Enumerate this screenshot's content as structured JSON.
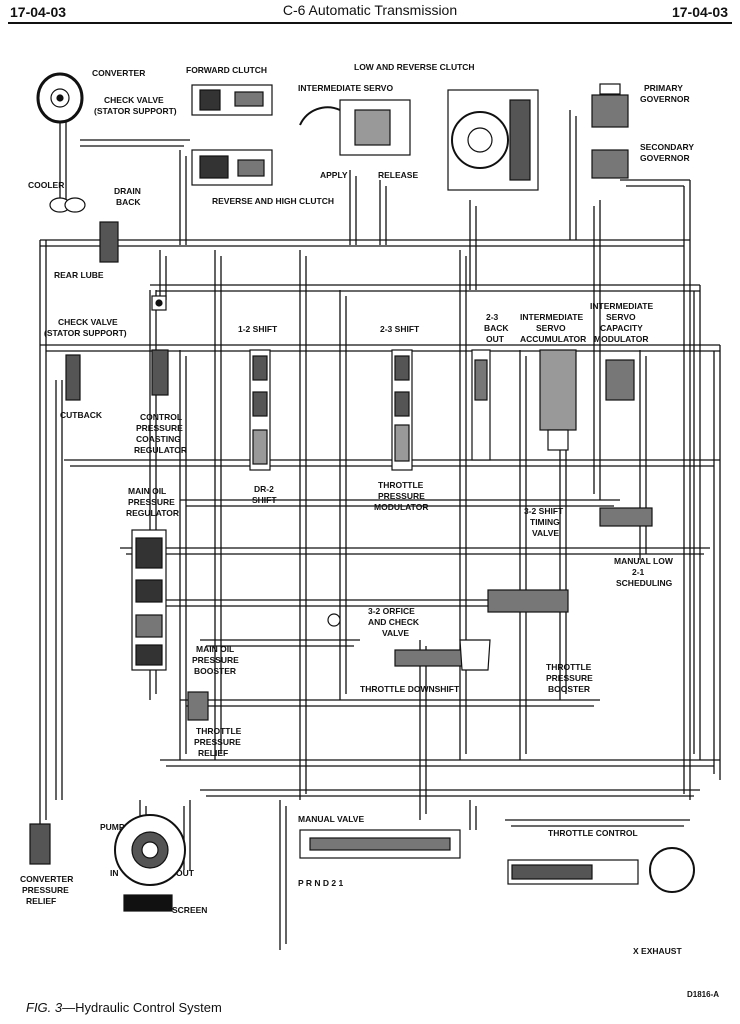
{
  "header": {
    "page_left": "17-04-03",
    "title": "C-6 Automatic Transmission",
    "page_right": "17-04-03"
  },
  "labels": {
    "converter": "CONVERTER",
    "check_valve_top": "CHECK VALVE",
    "stator_support_top": "(STATOR SUPPORT)",
    "forward_clutch": "FORWARD CLUTCH",
    "intermediate_servo": "INTERMEDIATE SERVO",
    "low_reverse_clutch": "LOW AND REVERSE CLUTCH",
    "primary": "PRIMARY",
    "governor1": "GOVERNOR",
    "secondary": "SECONDARY",
    "governor2": "GOVERNOR",
    "cooler": "COOLER",
    "drain": "DRAIN",
    "back": "BACK",
    "apply": "APPLY",
    "release": "RELEASE",
    "reverse_high_clutch": "REVERSE AND HIGH CLUTCH",
    "rear_lube": "REAR LUBE",
    "check_valve_mid": "CHECK VALVE",
    "stator_support_mid": "(STATOR SUPPORT)",
    "shift_12": "1-2 SHIFT",
    "shift_23": "2-3 SHIFT",
    "backout_1": "2-3",
    "backout_2": "BACK",
    "backout_3": "OUT",
    "int_servo_acc_1": "INTERMEDIATE",
    "int_servo_acc_2": "SERVO",
    "int_servo_acc_3": "ACCUMULATOR",
    "int_servo_cap_1": "INTERMEDIATE",
    "int_servo_cap_2": "SERVO",
    "int_servo_cap_3": "CAPACITY",
    "int_servo_cap_4": "MODULATOR",
    "cutback": "CUTBACK",
    "cpcr_1": "CONTROL",
    "cpcr_2": "PRESSURE",
    "cpcr_3": "COASTING",
    "cpcr_4": "REGULATOR",
    "dr2_1": "DR-2",
    "dr2_2": "SHIFT",
    "tpm_1": "THROTTLE",
    "tpm_2": "PRESSURE",
    "tpm_3": "MODULATOR",
    "mopr_1": "MAIN OIL",
    "mopr_2": "PRESSURE",
    "mopr_3": "REGULATOR",
    "timing_1": "3-2 SHIFT",
    "timing_2": "TIMING",
    "timing_3": "VALVE",
    "manlow_1": "MANUAL LOW",
    "manlow_2": "2-1",
    "manlow_3": "SCHEDULING",
    "orifice_1": "3-2 ORFICE",
    "orifice_2": "AND CHECK",
    "orifice_3": "VALVE",
    "mopb_1": "MAIN OIL",
    "mopb_2": "PRESSURE",
    "mopb_3": "BOOSTER",
    "throttle_downshift": "THROTTLE DOWNSHIFT",
    "tpb_1": "THROTTLE",
    "tpb_2": "PRESSURE",
    "tpb_3": "BOOSTER",
    "tpr_1": "THROTTLE",
    "tpr_2": "PRESSURE",
    "tpr_3": "RELIEF",
    "pump": "PUMP",
    "manual_valve": "MANUAL VALVE",
    "throttle_control": "THROTTLE CONTROL",
    "prnd21": "P R N D 2 1",
    "in": "IN",
    "out": "OUT",
    "cpr_1": "CONVERTER",
    "cpr_2": "PRESSURE",
    "cpr_3": "RELIEF",
    "screen": "SCREEN"
  },
  "legend": {
    "exhaust": "X EXHAUST",
    "drawing_code": "D1816-A"
  },
  "caption": {
    "fig": "FIG. 3",
    "text": "—Hydraulic Control System"
  }
}
